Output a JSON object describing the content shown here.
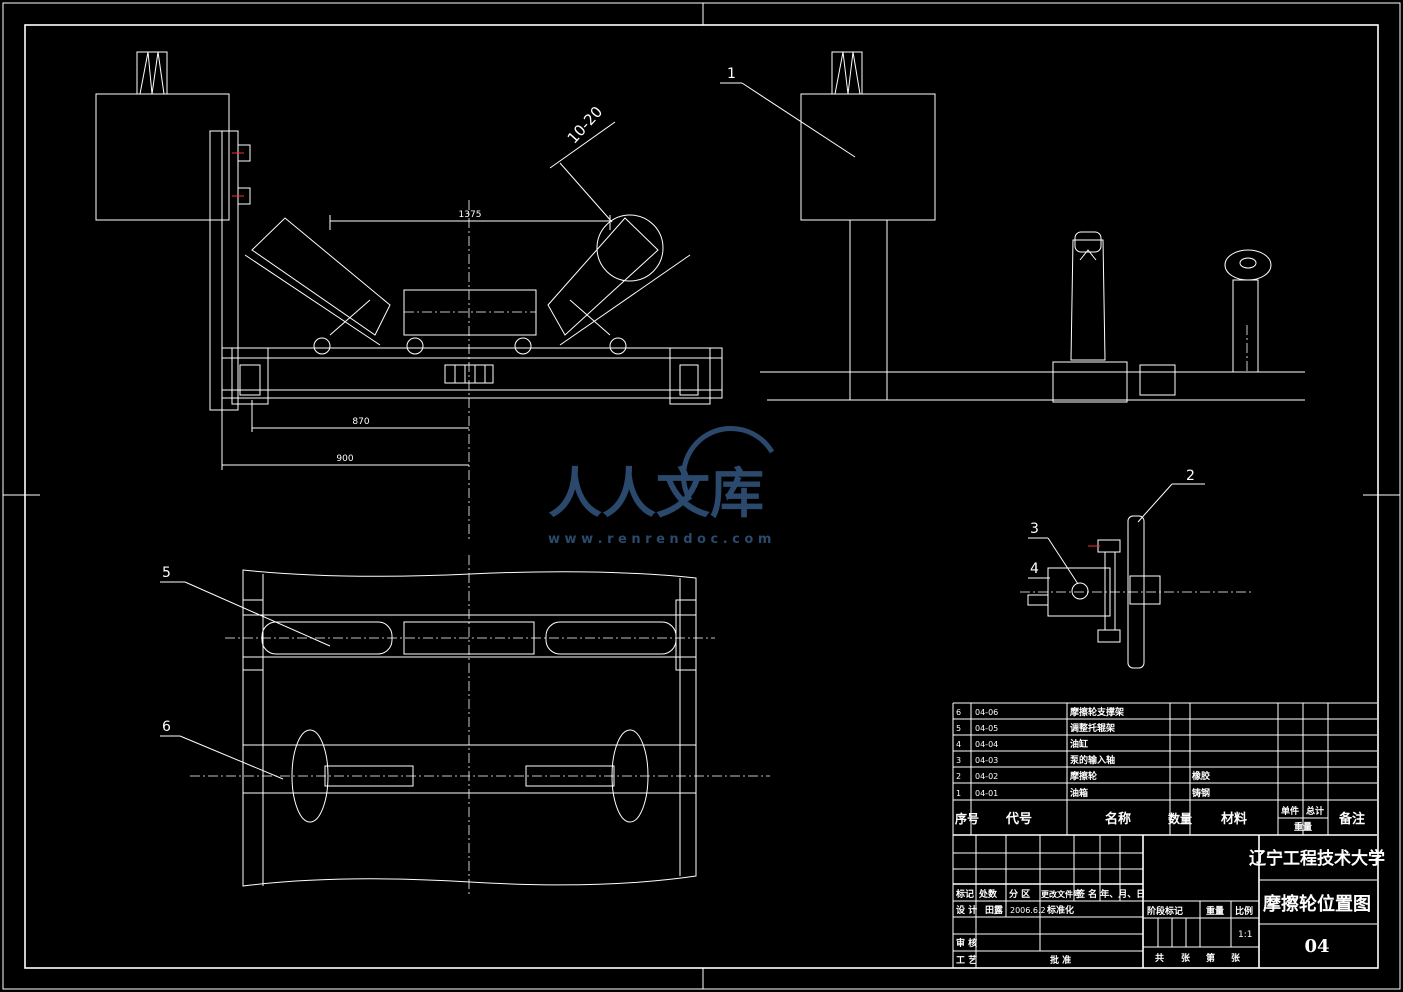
{
  "dims": {
    "d1375": "1375",
    "d870": "870",
    "d900": "900",
    "d1020": "10-20"
  },
  "callouts": [
    "1",
    "2",
    "3",
    "4",
    "5",
    "6"
  ],
  "bom": [
    {
      "no": "6",
      "code": "04-06",
      "name": "摩擦轮支撑架",
      "qty": "",
      "material": ""
    },
    {
      "no": "5",
      "code": "04-05",
      "name": "调整托辊架",
      "qty": "",
      "material": ""
    },
    {
      "no": "4",
      "code": "04-04",
      "name": "油缸",
      "qty": "",
      "material": ""
    },
    {
      "no": "3",
      "code": "04-03",
      "name": "泵的输入轴",
      "qty": "",
      "material": ""
    },
    {
      "no": "2",
      "code": "04-02",
      "name": "摩擦轮",
      "qty": "",
      "material": "橡胶"
    },
    {
      "no": "1",
      "code": "04-01",
      "name": "油箱",
      "qty": "",
      "material": "铸钢"
    }
  ],
  "bom_header": {
    "no": "序号",
    "code": "代号",
    "name": "名称",
    "qty": "数量",
    "material": "材料",
    "unit": "单件",
    "total": "总计",
    "weight": "重量",
    "remark": "备注"
  },
  "title_block": {
    "school": "辽宁工程技术大学",
    "drawing_name": "摩擦轮位置图",
    "drawing_no": "04",
    "rev_headers": [
      "标记",
      "处数",
      "分 区",
      "更改文件号",
      "签 名 年、月、日"
    ],
    "design_label": "设 计",
    "designer": "田露",
    "date": "2006.6.2",
    "std_label": "标准化",
    "check_label": "审 核",
    "process_label": "工 艺",
    "approve_label": "批 准",
    "stage_label": "阶段标记",
    "weight_label": "重量",
    "scale_label": "比例",
    "scale": "1:1",
    "sheets": [
      "共",
      "张",
      "第",
      "张"
    ]
  },
  "watermark": {
    "text": "人人文库",
    "glyph": "文",
    "url": "w w w . r e n r e n d o c . c o m"
  }
}
